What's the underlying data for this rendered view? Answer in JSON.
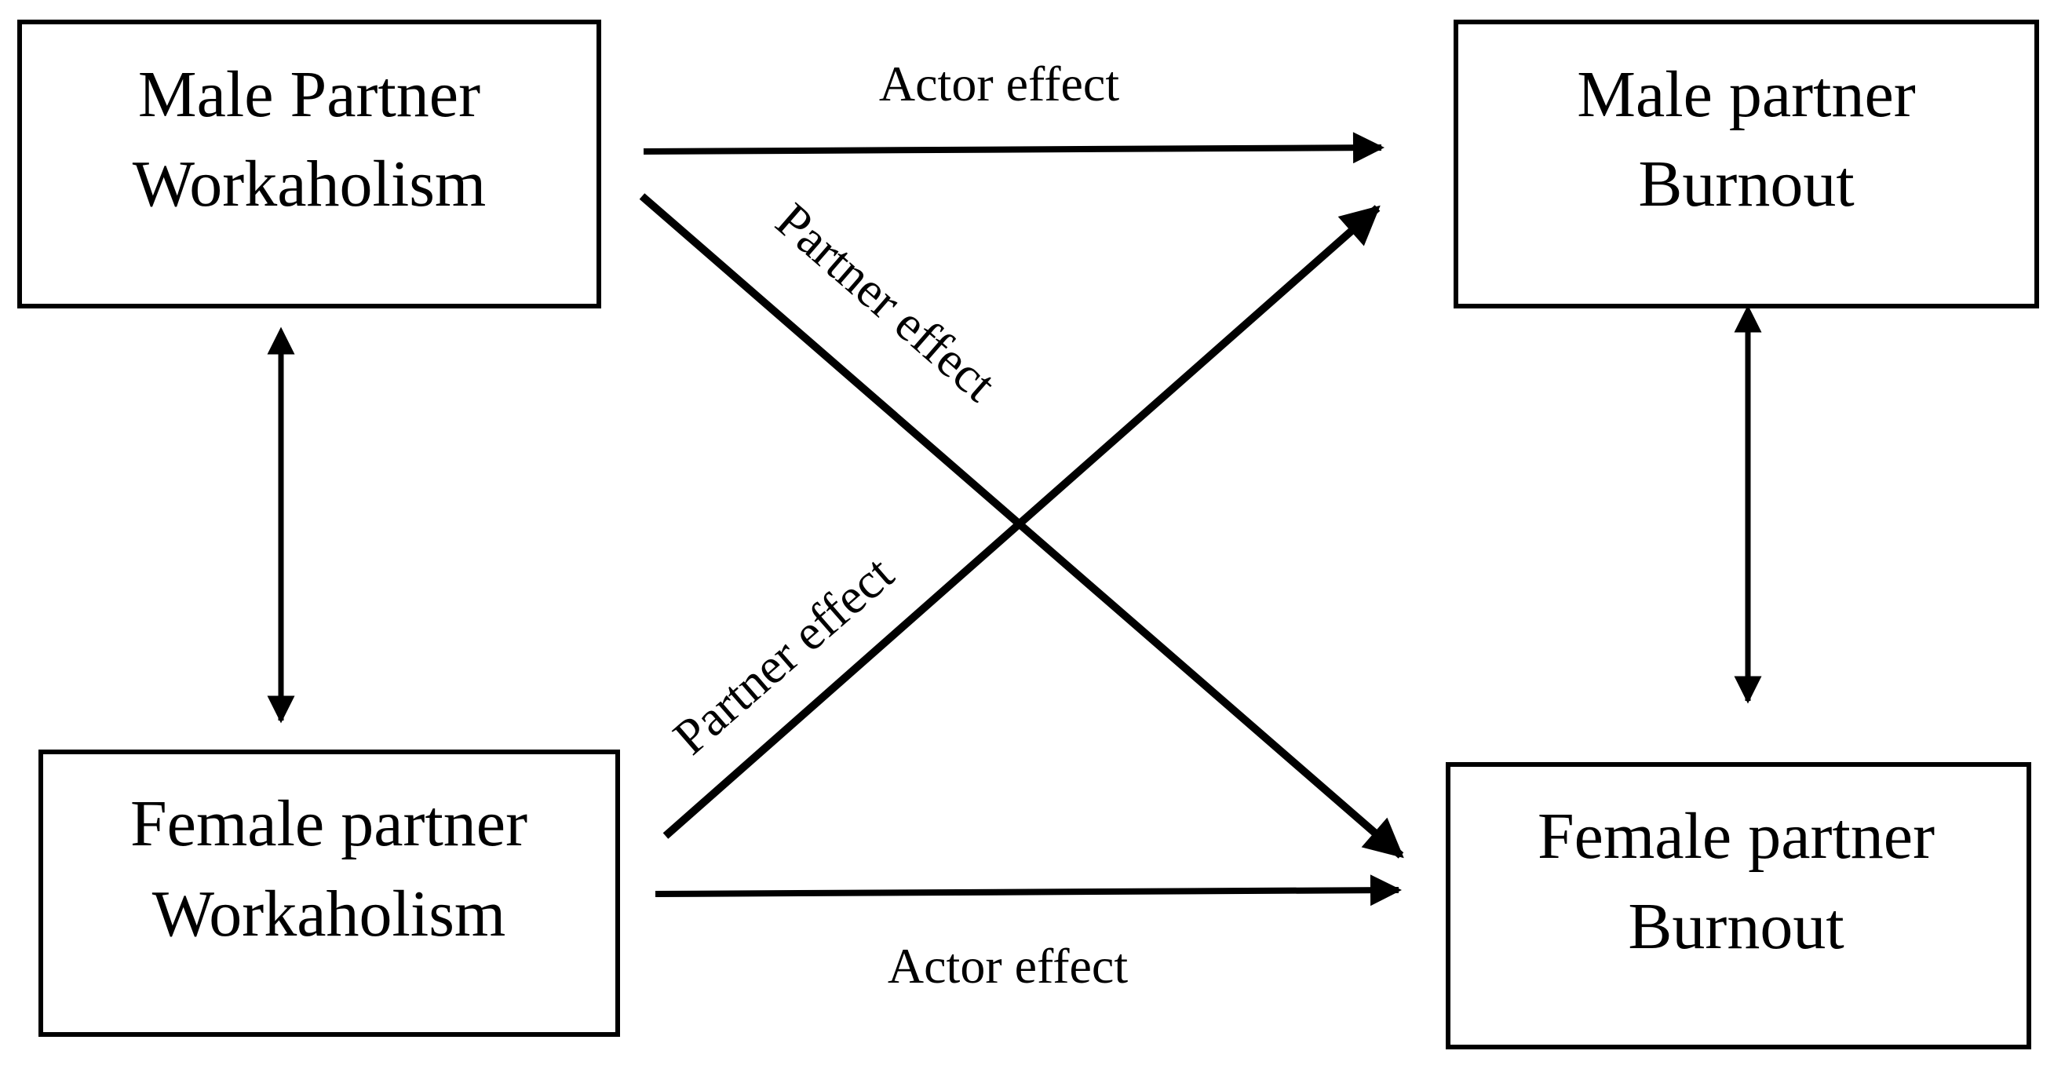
{
  "nodes": {
    "male_workaholism": {
      "line1": "Male Partner",
      "line2": "Workaholism"
    },
    "male_burnout": {
      "line1": "Male partner",
      "line2": "Burnout"
    },
    "female_workaholism": {
      "line1": "Female partner",
      "line2": "Workaholism"
    },
    "female_burnout": {
      "line1": "Female partner",
      "line2": "Burnout"
    }
  },
  "edges": {
    "actor_top": "Actor effect",
    "actor_bottom": "Actor effect",
    "partner_down": "Partner effect",
    "partner_up": "Partner effect"
  },
  "colors": {
    "stroke": "#000000",
    "background": "#ffffff"
  }
}
